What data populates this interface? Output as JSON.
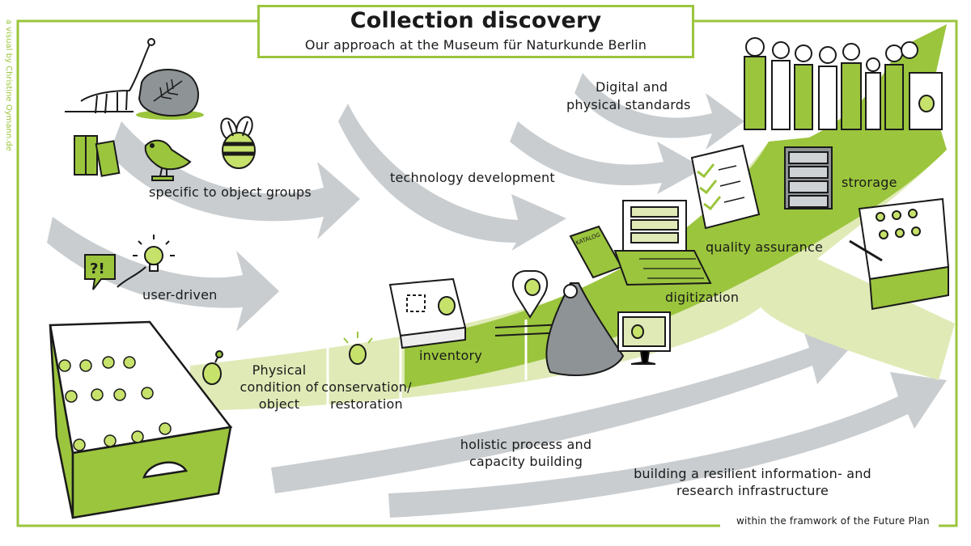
{
  "header": {
    "title": "Collection discovery",
    "subtitle": "Our approach at the Museum für Naturkunde Berlin"
  },
  "credit": "a visual by Christine Oymann.de",
  "labels": {
    "specific": "specific to object groups",
    "user_driven": "user-driven",
    "technology": "technology development",
    "standards_1": "Digital and",
    "standards_2": "physical standards",
    "physical_1": "Physical",
    "physical_2": "condition of",
    "physical_3": "object",
    "conservation_1": "conservation/",
    "conservation_2": "restoration",
    "inventory": "inventory",
    "digitization": "digitization",
    "quality": "quality assurance",
    "storage": "strorage",
    "holistic_1": "holistic process and",
    "holistic_2": "capacity building",
    "resilient_1": "building a resilient information- and",
    "resilient_2": "research infrastructure"
  },
  "small_text": {
    "catalog": "KATALOG"
  },
  "footer": "within the framwork of the Future Plan",
  "colors": {
    "green": "#9bc53d",
    "light_green": "#dfeab7",
    "gray_arrow": "#c9cdd0",
    "ink": "#1a1a1a"
  }
}
